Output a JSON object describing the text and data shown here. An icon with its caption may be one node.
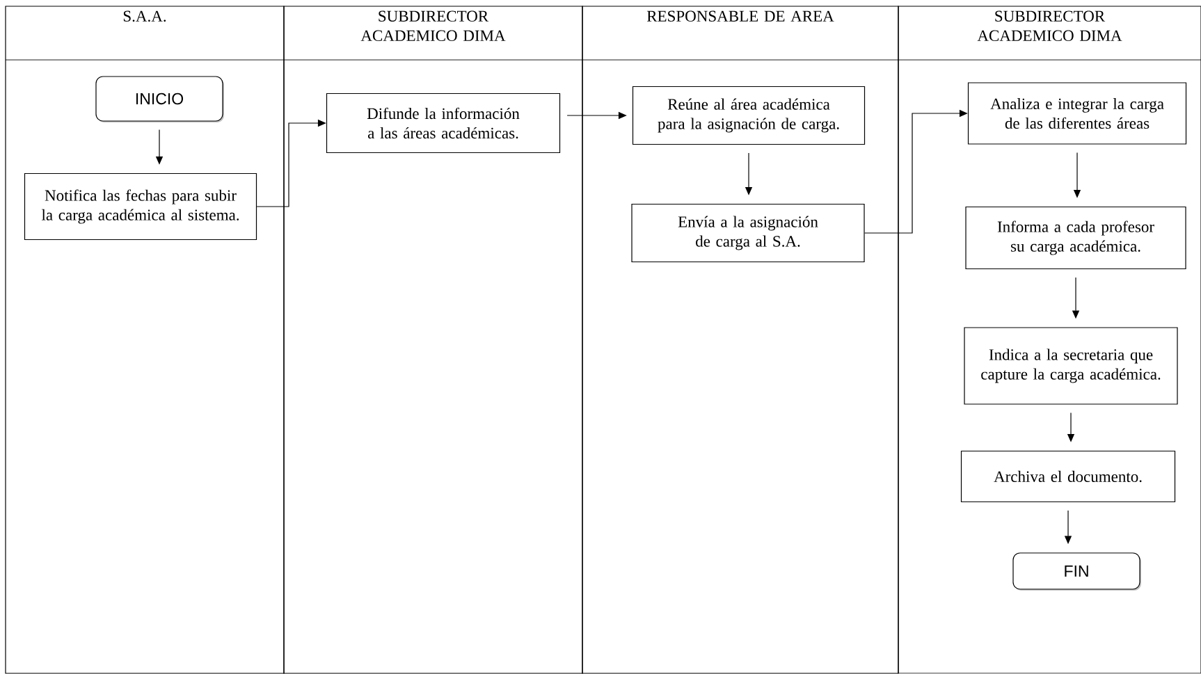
{
  "diagram": {
    "nodes": [
      {
        "text": [
          "S.A.A."
        ]
      },
      {
        "text": [
          "SUBDIRECTOR ACADEMICO DIMA"
        ]
      },
      {
        "text": [
          "RESPONSABLE DE AREA"
        ]
      },
      {
        "text": [
          "SUBDIRECTOR ACADEMICO DIMA"
        ]
      },
      {
        "text": [
          "INICIO"
        ],
        "in": 0
      },
      {
        "text": [
          "Notifica las fechas para subir la carga académica al sistema."
        ],
        "in": 0
      },
      {
        "text": [
          "Difunde la información a las áreas académicas."
        ],
        "in": 1
      },
      {
        "text": [
          "Reúne al área académica para la asignación de carga."
        ],
        "in": 2
      },
      {
        "text": [
          "Envía a la asignación de carga al S.A."
        ],
        "in": 2
      },
      {
        "text": [
          "Analiza e integrar la carga de las diferentes áreas"
        ],
        "in": 3
      },
      {
        "text": [
          "Informa a cada profesor su carga académica."
        ],
        "in": 3
      },
      {
        "text": [
          "Indica a la secretaria que capture la carga académica."
        ],
        "in": 3
      },
      {
        "text": [
          "Archiva el documento."
        ],
        "in": 3
      },
      {
        "text": [
          "FIN"
        ],
        "in": 3
      }
    ],
    "edges": [
      {
        "from": 4,
        "to": 5,
        "arrow": "to"
      },
      {
        "from": 5,
        "to": 6,
        "arrow": "to"
      },
      {
        "from": 6,
        "to": 7,
        "arrow": "to"
      },
      {
        "from": 7,
        "to": 8,
        "arrow": "to"
      },
      {
        "from": 8,
        "to": 9,
        "arrow": "to"
      },
      {
        "from": 9,
        "to": 10,
        "arrow": "to"
      },
      {
        "from": 10,
        "to": 11,
        "arrow": "to"
      },
      {
        "from": 11,
        "to": 12,
        "arrow": "to"
      },
      {
        "from": 12,
        "to": 13,
        "arrow": "to"
      }
    ]
  }
}
